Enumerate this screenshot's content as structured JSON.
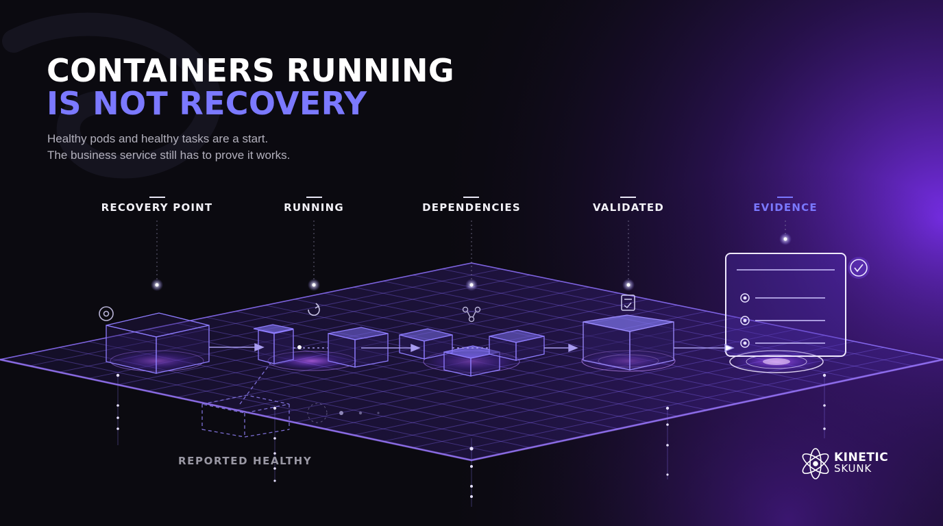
{
  "headline": {
    "line_1": "CONTAINERS RUNNING",
    "line_2": "IS NOT RECOVERY"
  },
  "subtitle": {
    "line_1": "Healthy pods and healthy tasks are a start.",
    "line_2": "The business service still has to prove it works."
  },
  "stages": [
    {
      "label": "RECOVERY POINT",
      "icon": "disc-icon"
    },
    {
      "label": "RUNNING",
      "icon": "restart-icon"
    },
    {
      "label": "DEPENDENCIES",
      "icon": "graph-nodes-icon"
    },
    {
      "label": "VALIDATED",
      "icon": "clipboard-check-icon"
    },
    {
      "label": "EVIDENCE",
      "icon": "checkmark-circle-icon"
    }
  ],
  "reported_healthy_label": "REPORTED HEALTHY",
  "brand": {
    "name_line_1": "KINETIC",
    "name_line_2": "SKUNK",
    "logo_icon": "atom-skunk-logo"
  },
  "colors": {
    "accent": "#7a78ff",
    "background": "#0b0a10",
    "purple_glow": "#7b2ff0",
    "grid_line": "#8a6cff"
  }
}
